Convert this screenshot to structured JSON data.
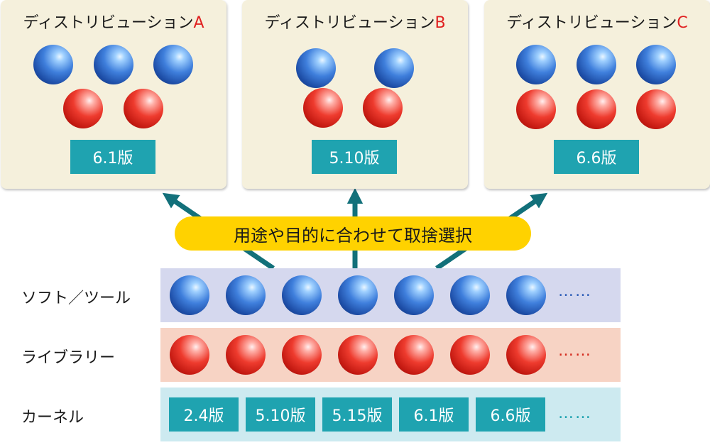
{
  "distributions": [
    {
      "title": "ディストリビューション",
      "letter": "A",
      "version": "6.1版"
    },
    {
      "title": "ディストリビューション",
      "letter": "B",
      "version": "5.10版"
    },
    {
      "title": "ディストリビューション",
      "letter": "C",
      "version": "6.6版"
    }
  ],
  "selection_label": "用途や目的に合わせて取捨選択",
  "layers": {
    "software": {
      "label": "ソフト／ツール",
      "ellipsis": "……"
    },
    "libraries": {
      "label": "ライブラリー",
      "ellipsis": "……"
    },
    "kernel": {
      "label": "カーネル",
      "versions": [
        "2.4版",
        "5.10版",
        "5.15版",
        "6.1版",
        "6.6版"
      ],
      "ellipsis": "……"
    }
  },
  "colors": {
    "panel": "#f5f0dc",
    "version_box": "#1fa3b0",
    "arrow": "#12707a",
    "pill": "#ffd200",
    "band_software": "#d5d8ee",
    "band_libraries": "#f7d3c4",
    "band_kernel": "#cdeaf0",
    "letter": "#e02020"
  }
}
